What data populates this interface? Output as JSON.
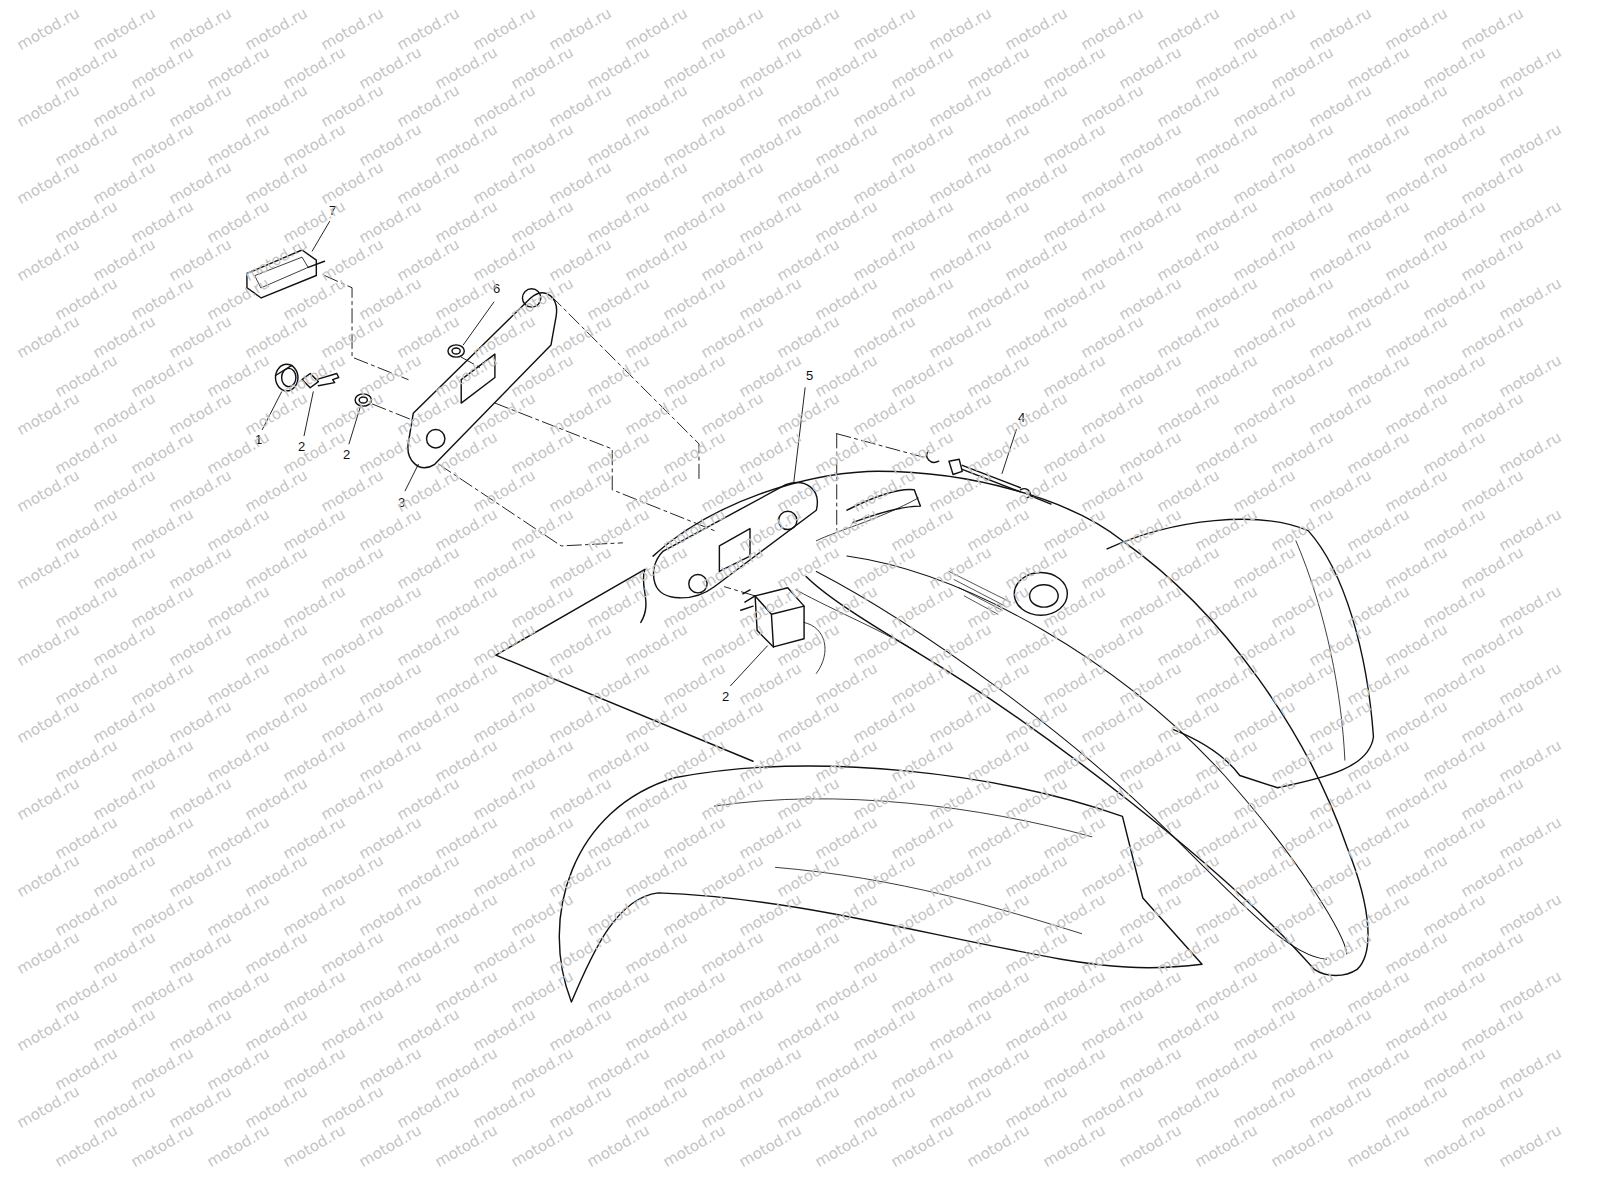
{
  "diagram": {
    "labels": [
      "7",
      "6",
      "1",
      "2",
      "2",
      "3",
      "5",
      "4",
      "2",
      "motod.ru",
      "motod.ru",
      "motod.ru",
      "motod.ru",
      "motod.ru",
      "motod.ru",
      "motod.ru",
      "motod.ru",
      "motod.ru",
      "motod.ru",
      "motod.ru",
      "motod.ru",
      "motod.ru",
      "motod.ru",
      "motod.ru",
      "motod.ru",
      "motod.ru",
      "motod.ru",
      "motod.ru",
      "motod.ru",
      "motod.ru",
      "motod.ru",
      "motod.ru",
      "motod.ru",
      "motod.ru",
      "motod.ru",
      "motod.ru",
      "motod.ru",
      "motod.ru",
      "motod.ru",
      "motod.ru",
      "motod.ru",
      "motod.ru",
      "motod.ru",
      "motod.ru",
      "motod.ru",
      "motod.ru",
      "motod.ru",
      "motod.ru",
      "motod.ru",
      "motod.ru",
      "motod.ru",
      "motod.ru",
      "motod.ru",
      "motod.ru",
      "motod.ru",
      "motod.ru",
      "motod.ru",
      "motod.ru",
      "motod.ru",
      "motod.ru",
      "motod.ru",
      "motod.ru",
      "motod.ru",
      "motod.ru",
      "motod.ru",
      "motod.ru",
      "motod.ru",
      "motod.ru",
      "motod.ru",
      "motod.ru",
      "motod.ru",
      "motod.ru",
      "motod.ru",
      "motod.ru",
      "motod.ru",
      "motod.ru",
      "motod.ru",
      "motod.ru",
      "motod.ru",
      "motod.ru",
      "motod.ru",
      "motod.ru",
      "motod.ru",
      "motod.ru",
      "motod.ru",
      "motod.ru",
      "motod.ru",
      "motod.ru",
      "motod.ru",
      "motod.ru",
      "motod.ru",
      "motod.ru",
      "motod.ru",
      "motod.ru",
      "motod.ru",
      "motod.ru",
      "motod.ru",
      "motod.ru",
      "motod.ru",
      "motod.ru",
      "motod.ru",
      "motod.ru",
      "motod.ru",
      "motod.ru",
      "motod.ru",
      "motod.ru",
      "motod.ru",
      "motod.ru",
      "motod.ru",
      "motod.ru",
      "motod.ru",
      "motod.ru",
      "motod.ru",
      "motod.ru",
      "motod.ru",
      "motod.ru",
      "motod.ru",
      "motod.ru",
      "motod.ru",
      "motod.ru",
      "motod.ru",
      "motod.ru",
      "motod.ru",
      "motod.ru",
      "motod.ru",
      "motod.ru",
      "motod.ru",
      "motod.ru",
      "motod.ru",
      "motod.ru",
      "motod.ru",
      "motod.ru",
      "motod.ru",
      "motod.ru",
      "motod.ru",
      "motod.ru",
      "motod.ru",
      "motod.ru",
      "motod.ru",
      "motod.ru",
      "motod.ru",
      "motod.ru",
      "motod.ru",
      "motod.ru",
      "motod.ru",
      "motod.ru",
      "motod.ru",
      "motod.ru",
      "motod.ru",
      "motod.ru",
      "motod.ru",
      "motod.ru",
      "motod.ru",
      "motod.ru",
      "motod.ru",
      "motod.ru",
      "motod.ru",
      "motod.ru",
      "motod.ru",
      "motod.ru",
      "motod.ru",
      "motod.ru",
      "motod.ru",
      "motod.ru",
      "motod.ru",
      "motod.ru",
      "motod.ru",
      "motod.ru",
      "motod.ru",
      "motod.ru",
      "motod.ru",
      "motod.ru",
      "motod.ru",
      "motod.ru",
      "motod.ru",
      "motod.ru",
      "motod.ru",
      "motod.ru",
      "motod.ru",
      "motod.ru",
      "motod.ru",
      "motod.ru",
      "motod.ru",
      "motod.ru",
      "motod.ru",
      "motod.ru",
      "motod.ru",
      "motod.ru",
      "motod.ru",
      "motod.ru",
      "motod.ru",
      "motod.ru",
      "motod.ru",
      "motod.ru",
      "motod.ru",
      "motod.ru",
      "motod.ru",
      "motod.ru",
      "motod.ru",
      "motod.ru",
      "motod.ru",
      "motod.ru",
      "motod.ru",
      "motod.ru",
      "motod.ru",
      "motod.ru",
      "motod.ru",
      "motod.ru",
      "motod.ru",
      "motod.ru",
      "motod.ru",
      "motod.ru",
      "motod.ru",
      "motod.ru",
      "motod.ru",
      "motod.ru",
      "motod.ru",
      "motod.ru",
      "motod.ru",
      "motod.ru",
      "motod.ru",
      "motod.ru",
      "motod.ru",
      "motod.ru",
      "motod.ru",
      "motod.ru",
      "motod.ru",
      "motod.ru",
      "motod.ru",
      "motod.ru",
      "motod.ru",
      "motod.ru",
      "motod.ru",
      "motod.ru",
      "motod.ru",
      "motod.ru",
      "motod.ru",
      "motod.ru",
      "motod.ru",
      "motod.ru",
      "motod.ru",
      "motod.ru",
      "motod.ru",
      "motod.ru",
      "motod.ru",
      "motod.ru",
      "motod.ru",
      "motod.ru",
      "motod.ru",
      "motod.ru",
      "motod.ru",
      "motod.ru",
      "motod.ru",
      "motod.ru",
      "motod.ru",
      "motod.ru",
      "motod.ru",
      "motod.ru",
      "motod.ru",
      "motod.ru",
      "motod.ru",
      "motod.ru",
      "motod.ru",
      "motod.ru",
      "motod.ru",
      "motod.ru",
      "motod.ru",
      "motod.ru",
      "motod.ru",
      "motod.ru",
      "motod.ru",
      "motod.ru",
      "motod.ru",
      "motod.ru",
      "motod.ru",
      "motod.ru",
      "motod.ru",
      "motod.ru",
      "motod.ru",
      "motod.ru",
      "motod.ru",
      "motod.ru",
      "motod.ru",
      "motod.ru",
      "motod.ru",
      "motod.ru",
      "motod.ru",
      "motod.ru",
      "motod.ru",
      "motod.ru",
      "motod.ru",
      "motod.ru",
      "motod.ru",
      "motod.ru",
      "motod.ru",
      "motod.ru",
      "motod.ru",
      "motod.ru",
      "motod.ru",
      "motod.ru",
      "motod.ru",
      "motod.ru",
      "motod.ru",
      "motod.ru",
      "motod.ru",
      "motod.ru",
      "motod.ru",
      "motod.ru",
      "motod.ru",
      "motod.ru",
      "motod.ru",
      "motod.ru",
      "motod.ru",
      "motod.ru",
      "motod.ru",
      "motod.ru",
      "motod.ru",
      "motod.ru",
      "motod.ru",
      "motod.ru",
      "motod.ru",
      "motod.ru",
      "motod.ru",
      "motod.ru",
      "motod.ru",
      "motod.ru",
      "motod.ru",
      "motod.ru",
      "motod.ru",
      "motod.ru",
      "motod.ru",
      "motod.ru",
      "motod.ru",
      "motod.ru",
      "motod.ru",
      "motod.ru",
      "motod.ru",
      "motod.ru",
      "motod.ru",
      "motod.ru",
      "motod.ru",
      "motod.ru",
      "motod.ru",
      "motod.ru",
      "motod.ru",
      "motod.ru",
      "motod.ru",
      "motod.ru",
      "motod.ru",
      "motod.ru",
      "motod.ru",
      "motod.ru",
      "motod.ru",
      "motod.ru",
      "motod.ru",
      "motod.ru",
      "motod.ru",
      "motod.ru",
      "motod.ru",
      "motod.ru",
      "motod.ru",
      "motod.ru",
      "motod.ru",
      "motod.ru",
      "motod.ru",
      "motod.ru",
      "motod.ru",
      "motod.ru",
      "motod.ru",
      "motod.ru",
      "motod.ru",
      "motod.ru",
      "motod.ru",
      "motod.ru",
      "motod.ru",
      "motod.ru",
      "motod.ru",
      "motod.ru",
      "motod.ru",
      "motod.ru",
      "motod.ru",
      "motod.ru",
      "motod.ru",
      "motod.ru",
      "motod.ru",
      "motod.ru",
      "motod.ru",
      "motod.ru",
      "motod.ru",
      "motod.ru",
      "motod.ru",
      "motod.ru",
      "motod.ru",
      "motod.ru",
      "motod.ru",
      "motod.ru",
      "motod.ru",
      "motod.ru",
      "motod.ru",
      "motod.ru",
      "motod.ru",
      "motod.ru",
      "motod.ru",
      "motod.ru",
      "motod.ru",
      "motod.ru",
      "motod.ru",
      "motod.ru",
      "motod.ru",
      "motod.ru",
      "motod.ru",
      "motod.ru",
      "motod.ru",
      "motod.ru",
      "motod.ru",
      "motod.ru",
      "motod.ru",
      "motod.ru",
      "motod.ru",
      "motod.ru",
      "motod.ru",
      "motod.ru",
      "motod.ru",
      "motod.ru",
      "motod.ru",
      "motod.ru",
      "motod.ru",
      "motod.ru",
      "motod.ru",
      "motod.ru",
      "motod.ru",
      "motod.ru",
      "motod.ru",
      "motod.ru",
      "motod.ru",
      "motod.ru",
      "motod.ru",
      "motod.ru",
      "motod.ru",
      "motod.ru",
      "motod.ru",
      "motod.ru",
      "motod.ru",
      "motod.ru",
      "motod.ru",
      "motod.ru",
      "motod.ru",
      "motod.ru",
      "motod.ru",
      "motod.ru",
      "motod.ru",
      "motod.ru",
      "motod.ru",
      "motod.ru",
      "motod.ru",
      "motod.ru",
      "motod.ru",
      "motod.ru",
      "motod.ru",
      "motod.ru",
      "motod.ru",
      "motod.ru",
      "motod.ru",
      "motod.ru",
      "motod.ru",
      "motod.ru",
      "motod.ru",
      "motod.ru",
      "motod.ru",
      "motod.ru",
      "motod.ru",
      "motod.ru",
      "motod.ru",
      "motod.ru",
      "motod.ru",
      "motod.ru",
      "motod.ru",
      "motod.ru",
      "motod.ru",
      "motod.ru",
      "motod.ru",
      "motod.ru",
      "motod.ru",
      "motod.ru",
      "motod.ru",
      "motod.ru",
      "motod.ru",
      "motod.ru",
      "motod.ru",
      "motod.ru",
      "motod.ru",
      "motod.ru",
      "motod.ru",
      "motod.ru",
      "motod.ru",
      "motod.ru",
      "motod.ru",
      "motod.ru",
      "motod.ru",
      "motod.ru",
      "motod.ru",
      "motod.ru",
      "motod.ru",
      "motod.ru",
      "motod.ru",
      "motod.ru",
      "motod.ru",
      "motod.ru",
      "motod.ru",
      "motod.ru",
      "motod.ru",
      "motod.ru",
      "motod.ru",
      "motod.ru",
      "motod.ru",
      "motod.ru",
      "motod.ru",
      "motod.ru",
      "motod.ru",
      "motod.ru",
      "motod.ru",
      "motod.ru",
      "motod.ru",
      "motod.ru",
      "motod.ru",
      "motod.ru",
      "motod.ru",
      "motod.ru",
      "motod.ru",
      "motod.ru",
      "motod.ru",
      "motod.ru",
      "motod.ru",
      "motod.ru",
      "motod.ru",
      "motod.ru",
      "motod.ru",
      "motod.ru",
      "motod.ru",
      "motod.ru",
      "motod.ru",
      "motod.ru",
      "motod.ru",
      "motod.ru",
      "motod.ru",
      "motod.ru",
      "motod.ru",
      "motod.ru",
      "motod.ru",
      "motod.ru",
      "motod.ru",
      "motod.ru",
      "motod.ru",
      "motod.ru",
      "motod.ru",
      "motod.ru",
      "motod.ru",
      "motod.ru",
      "motod.ru",
      "motod.ru",
      "motod.ru",
      "motod.ru",
      "motod.ru",
      "motod.ru",
      "motod.ru",
      "motod.ru",
      "motod.ru",
      "motod.ru",
      "motod.ru",
      "motod.ru",
      "motod.ru",
      "motod.ru",
      "motod.ru",
      "motod.ru",
      "motod.ru",
      "motod.ru",
      "motod.ru",
      "motod.ru",
      "motod.ru",
      "motod.ru",
      "motod.ru",
      "motod.ru",
      "motod.ru",
      "motod.ru",
      "motod.ru",
      "motod.ru",
      "motod.ru",
      "motod.ru",
      "motod.ru",
      "motod.ru",
      "motod.ru",
      "motod.ru",
      "motod.ru",
      "motod.ru",
      "motod.ru",
      "motod.ru",
      "motod.ru",
      "motod.ru",
      "motod.ru",
      "motod.ru",
      "motod.ru",
      "motod.ru",
      "motod.ru",
      "motod.ru",
      "motod.ru",
      "motod.ru",
      "motod.ru",
      "motod.ru",
      "motod.ru"
    ]
  }
}
